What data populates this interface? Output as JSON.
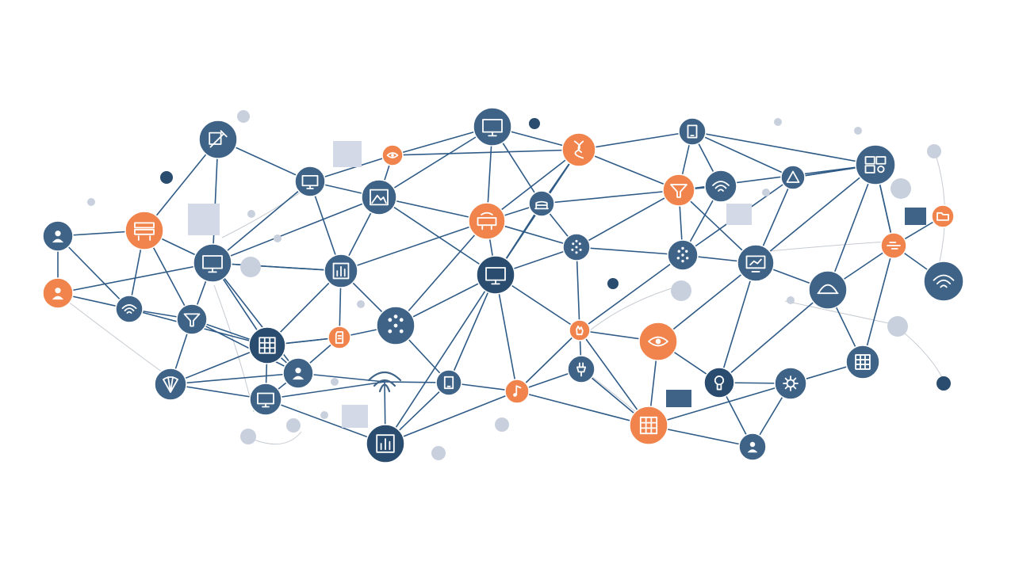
{
  "colors": {
    "background": "#ffffff",
    "node_blue": "#3e6387",
    "node_blue_dark": "#2a4c6f",
    "node_orange": "#f0844c",
    "edge": "#2f5b87",
    "dot_light": "#c9d0dd",
    "square_light": "#d3d9e6"
  },
  "nodes": [
    {
      "id": "n1",
      "icon": "tools-icon",
      "color": "blue"
    },
    {
      "id": "n2",
      "icon": "monitor-icon",
      "color": "blue"
    },
    {
      "id": "n3",
      "icon": "monitor-icon",
      "color": "blue"
    },
    {
      "id": "n4",
      "icon": "landscape-icon",
      "color": "blue"
    },
    {
      "id": "n5",
      "icon": "eye-icon",
      "color": "orange"
    },
    {
      "id": "n6",
      "icon": "dna-icon",
      "color": "orange"
    },
    {
      "id": "n7",
      "icon": "tablet-icon",
      "color": "blue"
    },
    {
      "id": "n8",
      "icon": "cake-icon",
      "color": "blue"
    },
    {
      "id": "n9",
      "icon": "funnel-icon",
      "color": "orange"
    },
    {
      "id": "n10",
      "icon": "wifi-icon",
      "color": "blue"
    },
    {
      "id": "n11",
      "icon": "shape-icon",
      "color": "blue"
    },
    {
      "id": "n12",
      "icon": "dashboard-icon",
      "color": "blue"
    },
    {
      "id": "n13",
      "icon": "user-icon",
      "color": "blue"
    },
    {
      "id": "n14",
      "icon": "server-icon",
      "color": "orange"
    },
    {
      "id": "n15",
      "icon": "user-icon",
      "color": "orange"
    },
    {
      "id": "n16",
      "icon": "monitor-icon",
      "color": "blue"
    },
    {
      "id": "n17",
      "icon": "chart-icon",
      "color": "blue"
    },
    {
      "id": "n18",
      "icon": "router-icon",
      "color": "orange"
    },
    {
      "id": "n19",
      "icon": "monitor-icon",
      "color": "blue_dark"
    },
    {
      "id": "n20",
      "icon": "dots-icon",
      "color": "blue"
    },
    {
      "id": "n21",
      "icon": "dots-icon",
      "color": "blue"
    },
    {
      "id": "n22",
      "icon": "monitor-chart-icon",
      "color": "blue"
    },
    {
      "id": "n23",
      "icon": "dome-icon",
      "color": "blue"
    },
    {
      "id": "n24",
      "icon": "wifi-icon",
      "color": "blue"
    },
    {
      "id": "n25",
      "icon": "signal-icon",
      "color": "orange"
    },
    {
      "id": "n26",
      "icon": "folder-icon",
      "color": "orange"
    },
    {
      "id": "n27",
      "icon": "wifi-icon",
      "color": "blue"
    },
    {
      "id": "n28",
      "icon": "funnel-icon",
      "color": "blue"
    },
    {
      "id": "n29",
      "icon": "document-icon",
      "color": "orange"
    },
    {
      "id": "n30",
      "icon": "network-icon",
      "color": "blue"
    },
    {
      "id": "n31",
      "icon": "grid-icon",
      "color": "blue_dark"
    },
    {
      "id": "n32",
      "icon": "profile-icon",
      "color": "blue"
    },
    {
      "id": "n33",
      "icon": "fan-icon",
      "color": "blue"
    },
    {
      "id": "n34",
      "icon": "wifi-icon",
      "color": "plain"
    },
    {
      "id": "n35",
      "icon": "tablet-icon",
      "color": "blue"
    },
    {
      "id": "n36",
      "icon": "music-icon",
      "color": "orange"
    },
    {
      "id": "n37",
      "icon": "hand-icon",
      "color": "orange"
    },
    {
      "id": "n38",
      "icon": "plug-icon",
      "color": "blue"
    },
    {
      "id": "n39",
      "icon": "eye-icon",
      "color": "orange"
    },
    {
      "id": "n40",
      "icon": "bulb-icon",
      "color": "blue_dark"
    },
    {
      "id": "n41",
      "icon": "monitor-icon",
      "color": "blue"
    },
    {
      "id": "n42",
      "icon": "bar-chart-icon",
      "color": "blue_dark"
    },
    {
      "id": "n43",
      "icon": "grid-icon",
      "color": "orange"
    },
    {
      "id": "n44",
      "icon": "user-icon",
      "color": "blue"
    },
    {
      "id": "n45",
      "icon": "gear-icon",
      "color": "blue"
    },
    {
      "id": "n46",
      "icon": "grid-icon",
      "color": "blue"
    }
  ],
  "edges": [
    [
      "n1",
      "n3"
    ],
    [
      "n1",
      "n14"
    ],
    [
      "n1",
      "n16"
    ],
    [
      "n3",
      "n4"
    ],
    [
      "n3",
      "n16"
    ],
    [
      "n3",
      "n5"
    ],
    [
      "n3",
      "n17"
    ],
    [
      "n5",
      "n2"
    ],
    [
      "n5",
      "n4"
    ],
    [
      "n5",
      "n6"
    ],
    [
      "n2",
      "n6"
    ],
    [
      "n2",
      "n8"
    ],
    [
      "n2",
      "n18"
    ],
    [
      "n2",
      "n4"
    ],
    [
      "n6",
      "n8"
    ],
    [
      "n6",
      "n7"
    ],
    [
      "n6",
      "n9"
    ],
    [
      "n6",
      "n18"
    ],
    [
      "n6",
      "n19"
    ],
    [
      "n7",
      "n9"
    ],
    [
      "n7",
      "n11"
    ],
    [
      "n7",
      "n10"
    ],
    [
      "n7",
      "n12"
    ],
    [
      "n8",
      "n9"
    ],
    [
      "n8",
      "n20"
    ],
    [
      "n8",
      "n19"
    ],
    [
      "n8",
      "n18"
    ],
    [
      "n9",
      "n10"
    ],
    [
      "n9",
      "n21"
    ],
    [
      "n9",
      "n12"
    ],
    [
      "n9",
      "n20"
    ],
    [
      "n10",
      "n21"
    ],
    [
      "n11",
      "n21"
    ],
    [
      "n11",
      "n12"
    ],
    [
      "n11",
      "n22"
    ],
    [
      "n12",
      "n25"
    ],
    [
      "n12",
      "n11"
    ],
    [
      "n4",
      "n16"
    ],
    [
      "n4",
      "n17"
    ],
    [
      "n4",
      "n18"
    ],
    [
      "n4",
      "n19"
    ],
    [
      "n13",
      "n14"
    ],
    [
      "n13",
      "n15"
    ],
    [
      "n13",
      "n27"
    ],
    [
      "n14",
      "n16"
    ],
    [
      "n14",
      "n27"
    ],
    [
      "n14",
      "n28"
    ],
    [
      "n15",
      "n27"
    ],
    [
      "n15",
      "n16"
    ],
    [
      "n16",
      "n17"
    ],
    [
      "n16",
      "n28"
    ],
    [
      "n16",
      "n31"
    ],
    [
      "n16",
      "n32"
    ],
    [
      "n17",
      "n18"
    ],
    [
      "n17",
      "n29"
    ],
    [
      "n17",
      "n31"
    ],
    [
      "n17",
      "n30"
    ],
    [
      "n18",
      "n19"
    ],
    [
      "n18",
      "n30"
    ],
    [
      "n18",
      "n20"
    ],
    [
      "n19",
      "n20"
    ],
    [
      "n19",
      "n30"
    ],
    [
      "n19",
      "n36"
    ],
    [
      "n19",
      "n35"
    ],
    [
      "n19",
      "n37"
    ],
    [
      "n20",
      "n21"
    ],
    [
      "n20",
      "n37"
    ],
    [
      "n21",
      "n22"
    ],
    [
      "n21",
      "n37"
    ],
    [
      "n22",
      "n23"
    ],
    [
      "n22",
      "n40"
    ],
    [
      "n22",
      "n39"
    ],
    [
      "n22",
      "n12"
    ],
    [
      "n23",
      "n25"
    ],
    [
      "n23",
      "n40"
    ],
    [
      "n23",
      "n46"
    ],
    [
      "n24",
      "n25"
    ],
    [
      "n25",
      "n26"
    ],
    [
      "n25",
      "n46"
    ],
    [
      "n25",
      "n12"
    ],
    [
      "n27",
      "n28"
    ],
    [
      "n27",
      "n31"
    ],
    [
      "n28",
      "n33"
    ],
    [
      "n28",
      "n32"
    ],
    [
      "n28",
      "n31"
    ],
    [
      "n29",
      "n30"
    ],
    [
      "n29",
      "n31"
    ],
    [
      "n30",
      "n35"
    ],
    [
      "n31",
      "n32"
    ],
    [
      "n31",
      "n33"
    ],
    [
      "n31",
      "n29"
    ],
    [
      "n31",
      "n41"
    ],
    [
      "n32",
      "n29"
    ],
    [
      "n32",
      "n41"
    ],
    [
      "n32",
      "n33"
    ],
    [
      "n32",
      "n34"
    ],
    [
      "n33",
      "n41"
    ],
    [
      "n41",
      "n42"
    ],
    [
      "n41",
      "n34"
    ],
    [
      "n34",
      "n42"
    ],
    [
      "n34",
      "n35"
    ],
    [
      "n35",
      "n36"
    ],
    [
      "n35",
      "n42"
    ],
    [
      "n42",
      "n36"
    ],
    [
      "n36",
      "n37"
    ],
    [
      "n36",
      "n43"
    ],
    [
      "n36",
      "n38"
    ],
    [
      "n37",
      "n38"
    ],
    [
      "n37",
      "n39"
    ],
    [
      "n37",
      "n43"
    ],
    [
      "n38",
      "n43"
    ],
    [
      "n39",
      "n40"
    ],
    [
      "n39",
      "n43"
    ],
    [
      "n40",
      "n45"
    ],
    [
      "n43",
      "n44"
    ],
    [
      "n43",
      "n45"
    ],
    [
      "n44",
      "n45"
    ],
    [
      "n44",
      "n40"
    ],
    [
      "n45",
      "n46"
    ],
    [
      "n19",
      "n42"
    ],
    [
      "n17",
      "n16"
    ],
    [
      "n12",
      "n23"
    ],
    [
      "n9",
      "n22"
    ]
  ],
  "decor_dots": [
    {
      "id": "d1",
      "tone": "dark"
    },
    {
      "id": "d2",
      "tone": "dark"
    },
    {
      "id": "d3",
      "tone": "dark"
    },
    {
      "id": "d4",
      "tone": "dark"
    },
    {
      "id": "d5",
      "tone": "light"
    },
    {
      "id": "d6",
      "tone": "light"
    },
    {
      "id": "d7",
      "tone": "light"
    },
    {
      "id": "d8",
      "tone": "light"
    },
    {
      "id": "d9",
      "tone": "light"
    },
    {
      "id": "d10",
      "tone": "light"
    },
    {
      "id": "d11",
      "tone": "light"
    },
    {
      "id": "d12",
      "tone": "light"
    },
    {
      "id": "d13",
      "tone": "light"
    },
    {
      "id": "d14",
      "tone": "light"
    },
    {
      "id": "d15",
      "tone": "light"
    },
    {
      "id": "d16",
      "tone": "light"
    },
    {
      "id": "d17",
      "tone": "light"
    },
    {
      "id": "d18",
      "tone": "light"
    },
    {
      "id": "d19",
      "tone": "light"
    },
    {
      "id": "d20",
      "tone": "light"
    },
    {
      "id": "d21",
      "tone": "light"
    },
    {
      "id": "d22",
      "tone": "light"
    },
    {
      "id": "d23",
      "tone": "light"
    },
    {
      "id": "d24",
      "tone": "light"
    }
  ],
  "decor_squares": [
    {
      "id": "s1",
      "tone": "light"
    },
    {
      "id": "s2",
      "tone": "light"
    },
    {
      "id": "s3",
      "tone": "light"
    },
    {
      "id": "s4",
      "tone": "light"
    },
    {
      "id": "s5",
      "tone": "dark"
    },
    {
      "id": "s6",
      "tone": "dark"
    }
  ]
}
